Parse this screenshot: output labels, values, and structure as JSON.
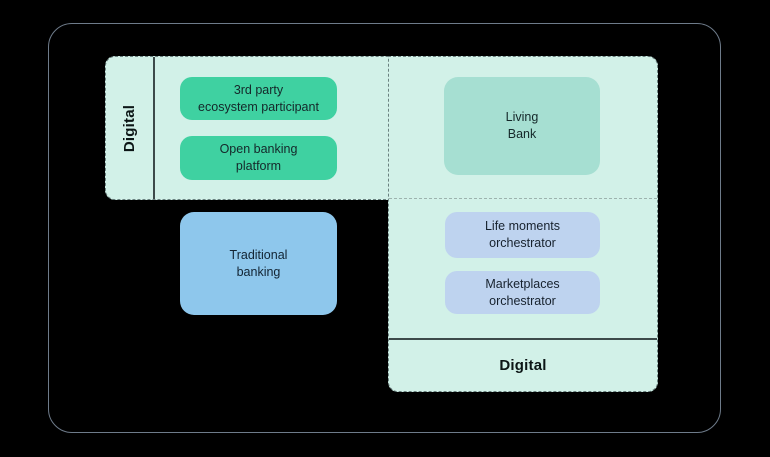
{
  "canvas": {
    "background_color": "#000000",
    "frame_border_color": "#6e7b8a"
  },
  "left_panel": {
    "label": "Digital",
    "background_color": "#d2f1e8",
    "boxes": [
      {
        "label": "3rd party\necosystem participant",
        "color": "#3fd1a1"
      },
      {
        "label": "Open banking\nplatform",
        "color": "#3fd1a1"
      }
    ]
  },
  "right_panel": {
    "label": "Digital",
    "background_color": "#d2f1e8",
    "top_box": {
      "label": "Living\nBank",
      "color": "#a6dfd2"
    },
    "bottom_boxes": [
      {
        "label": "Life moments\norchestrator",
        "color": "#bed3ef"
      },
      {
        "label": "Marketplaces\norchestrator",
        "color": "#bed3ef"
      }
    ]
  },
  "standalone_box": {
    "label": "Traditional\nbanking",
    "color": "#8ec7ec"
  }
}
